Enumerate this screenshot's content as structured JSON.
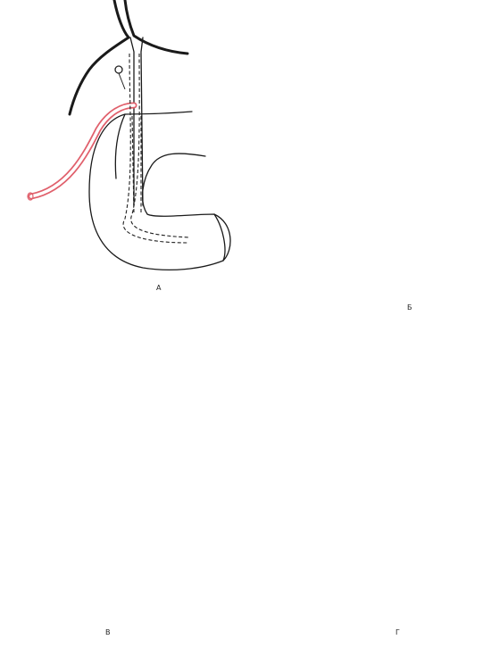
{
  "panels": [
    {
      "label": "А"
    },
    {
      "label": "Б"
    },
    {
      "label": "В"
    },
    {
      "label": "Г"
    }
  ],
  "colors": {
    "outline": "#1a1a1a",
    "catheter": "#e0606c",
    "catheter_inner": "#ffffff",
    "dashed_path": "#d9404e"
  }
}
